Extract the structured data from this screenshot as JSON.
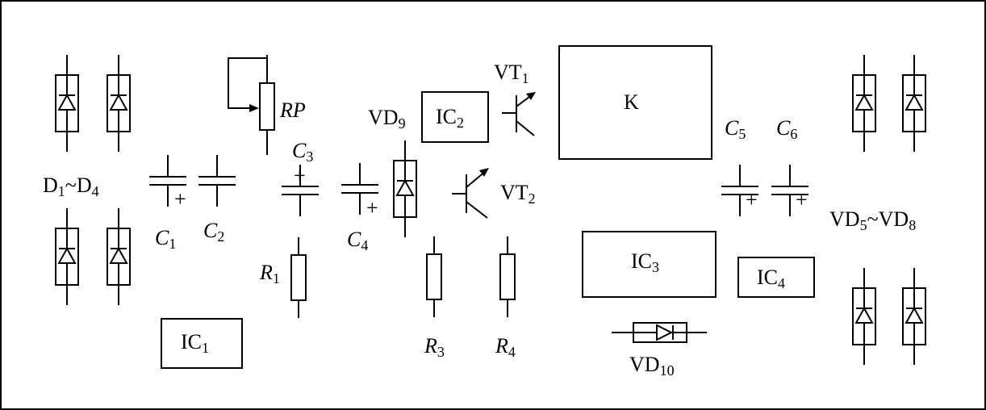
{
  "components": {
    "d1_d4": {
      "main": "D",
      "s1": "1",
      "tilde": "~",
      "main2": "D",
      "s2": "4"
    },
    "c1": {
      "main": "C",
      "sub": "1",
      "polarity": "+"
    },
    "c2": {
      "main": "C",
      "sub": "2"
    },
    "rp": {
      "label": "RP"
    },
    "c3": {
      "main": "C",
      "sub": "3",
      "polarity": "+"
    },
    "c4": {
      "main": "C",
      "sub": "4",
      "polarity": "+"
    },
    "r1": {
      "main": "R",
      "sub": "1"
    },
    "ic1": {
      "main": "IC",
      "sub": "1"
    },
    "vd9": {
      "main": "VD",
      "sub": "9"
    },
    "ic2": {
      "main": "IC",
      "sub": "2"
    },
    "vt1": {
      "main": "VT",
      "sub": "1"
    },
    "vt2": {
      "main": "VT",
      "sub": "2"
    },
    "r3": {
      "main": "R",
      "sub": "3"
    },
    "r4": {
      "main": "R",
      "sub": "4"
    },
    "k": {
      "label": "K"
    },
    "ic3": {
      "main": "IC",
      "sub": "3"
    },
    "ic4": {
      "main": "IC",
      "sub": "4"
    },
    "vd10": {
      "main": "VD",
      "sub": "10"
    },
    "c5": {
      "main": "C",
      "sub": "5",
      "polarity": "+"
    },
    "c6": {
      "main": "C",
      "sub": "6",
      "polarity": "+"
    },
    "vd5_vd8": {
      "main": "VD",
      "s1": "5",
      "tilde": "~",
      "main2": "VD",
      "s2": "8"
    }
  }
}
